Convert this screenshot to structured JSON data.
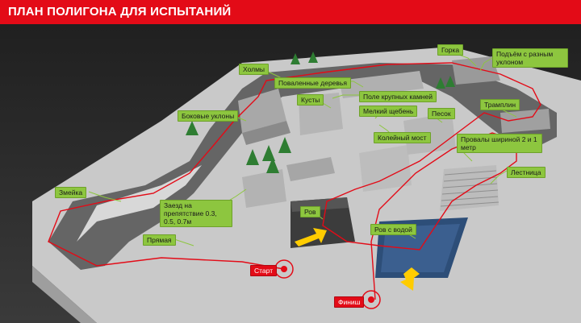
{
  "title": "ПЛАН ПОЛИГОНА ДЛЯ ИСПЫТАНИЙ",
  "colors": {
    "header": "#e30b17",
    "label_bg": "#8dc63f",
    "route": "#e30b17",
    "arrow": "#ffcc00",
    "water": "#3b5f8f"
  },
  "labels": {
    "holmy": "Холмы",
    "povalennye": "Поваленные деревья",
    "gorka": "Горка",
    "podyom": "Подъём с разным уклоном",
    "pole_kamney": "Поле крупных камней",
    "kusty": "Кусты",
    "melkiy_sheben": "Мелкий щебень",
    "pesok": "Песок",
    "tramplin": "Трамплин",
    "bokovye": "Боковые уклоны",
    "koleyniy": "Колейный мост",
    "provaly": "Провалы шириной 2 и 1 метр",
    "lestnica": "Лестница",
    "zmeyka": "Змейка",
    "zaezd": "Заезд на препятствие 0.3, 0.5, 0.7м",
    "rov": "Ров",
    "rov_s_vodoy": "Ров с водой",
    "pryamaya": "Прямая",
    "start": "Старт",
    "finish": "Финиш"
  }
}
